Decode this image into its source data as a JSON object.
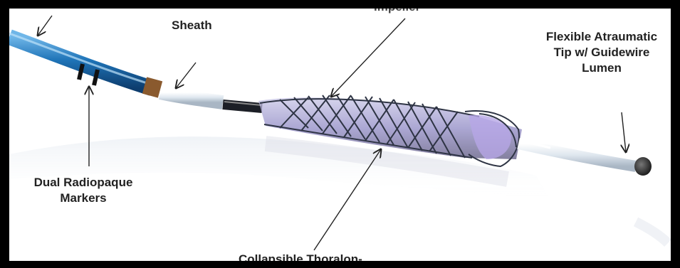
{
  "labels": {
    "sheath": "Sheath",
    "impeller": "Impeller",
    "tip": "Flexible Atraumatic Tip w/ Guidewire Lumen",
    "markers": "Dual Radiopaque Markers",
    "collapsible": "Collapsible Thoralon-"
  },
  "colors": {
    "catheter_blue": "#1f74b8",
    "sheath_white": "#e8eef4",
    "cage_dark": "#2e3444",
    "impeller_purple": "#9a8fcf",
    "marker_black": "#111111",
    "background": "#ffffff",
    "frame": "#000000"
  }
}
